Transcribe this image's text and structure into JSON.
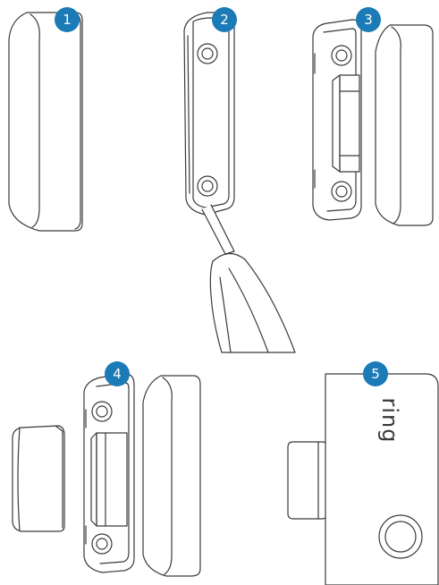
{
  "steps": [
    {
      "number": "1"
    },
    {
      "number": "2"
    },
    {
      "number": "3"
    },
    {
      "number": "4"
    },
    {
      "number": "5"
    }
  ],
  "logo": {
    "text": "ring"
  },
  "colors": {
    "badge": "#1a7bb7",
    "stroke": "#3a3a3a",
    "fill": "#ffffff"
  }
}
